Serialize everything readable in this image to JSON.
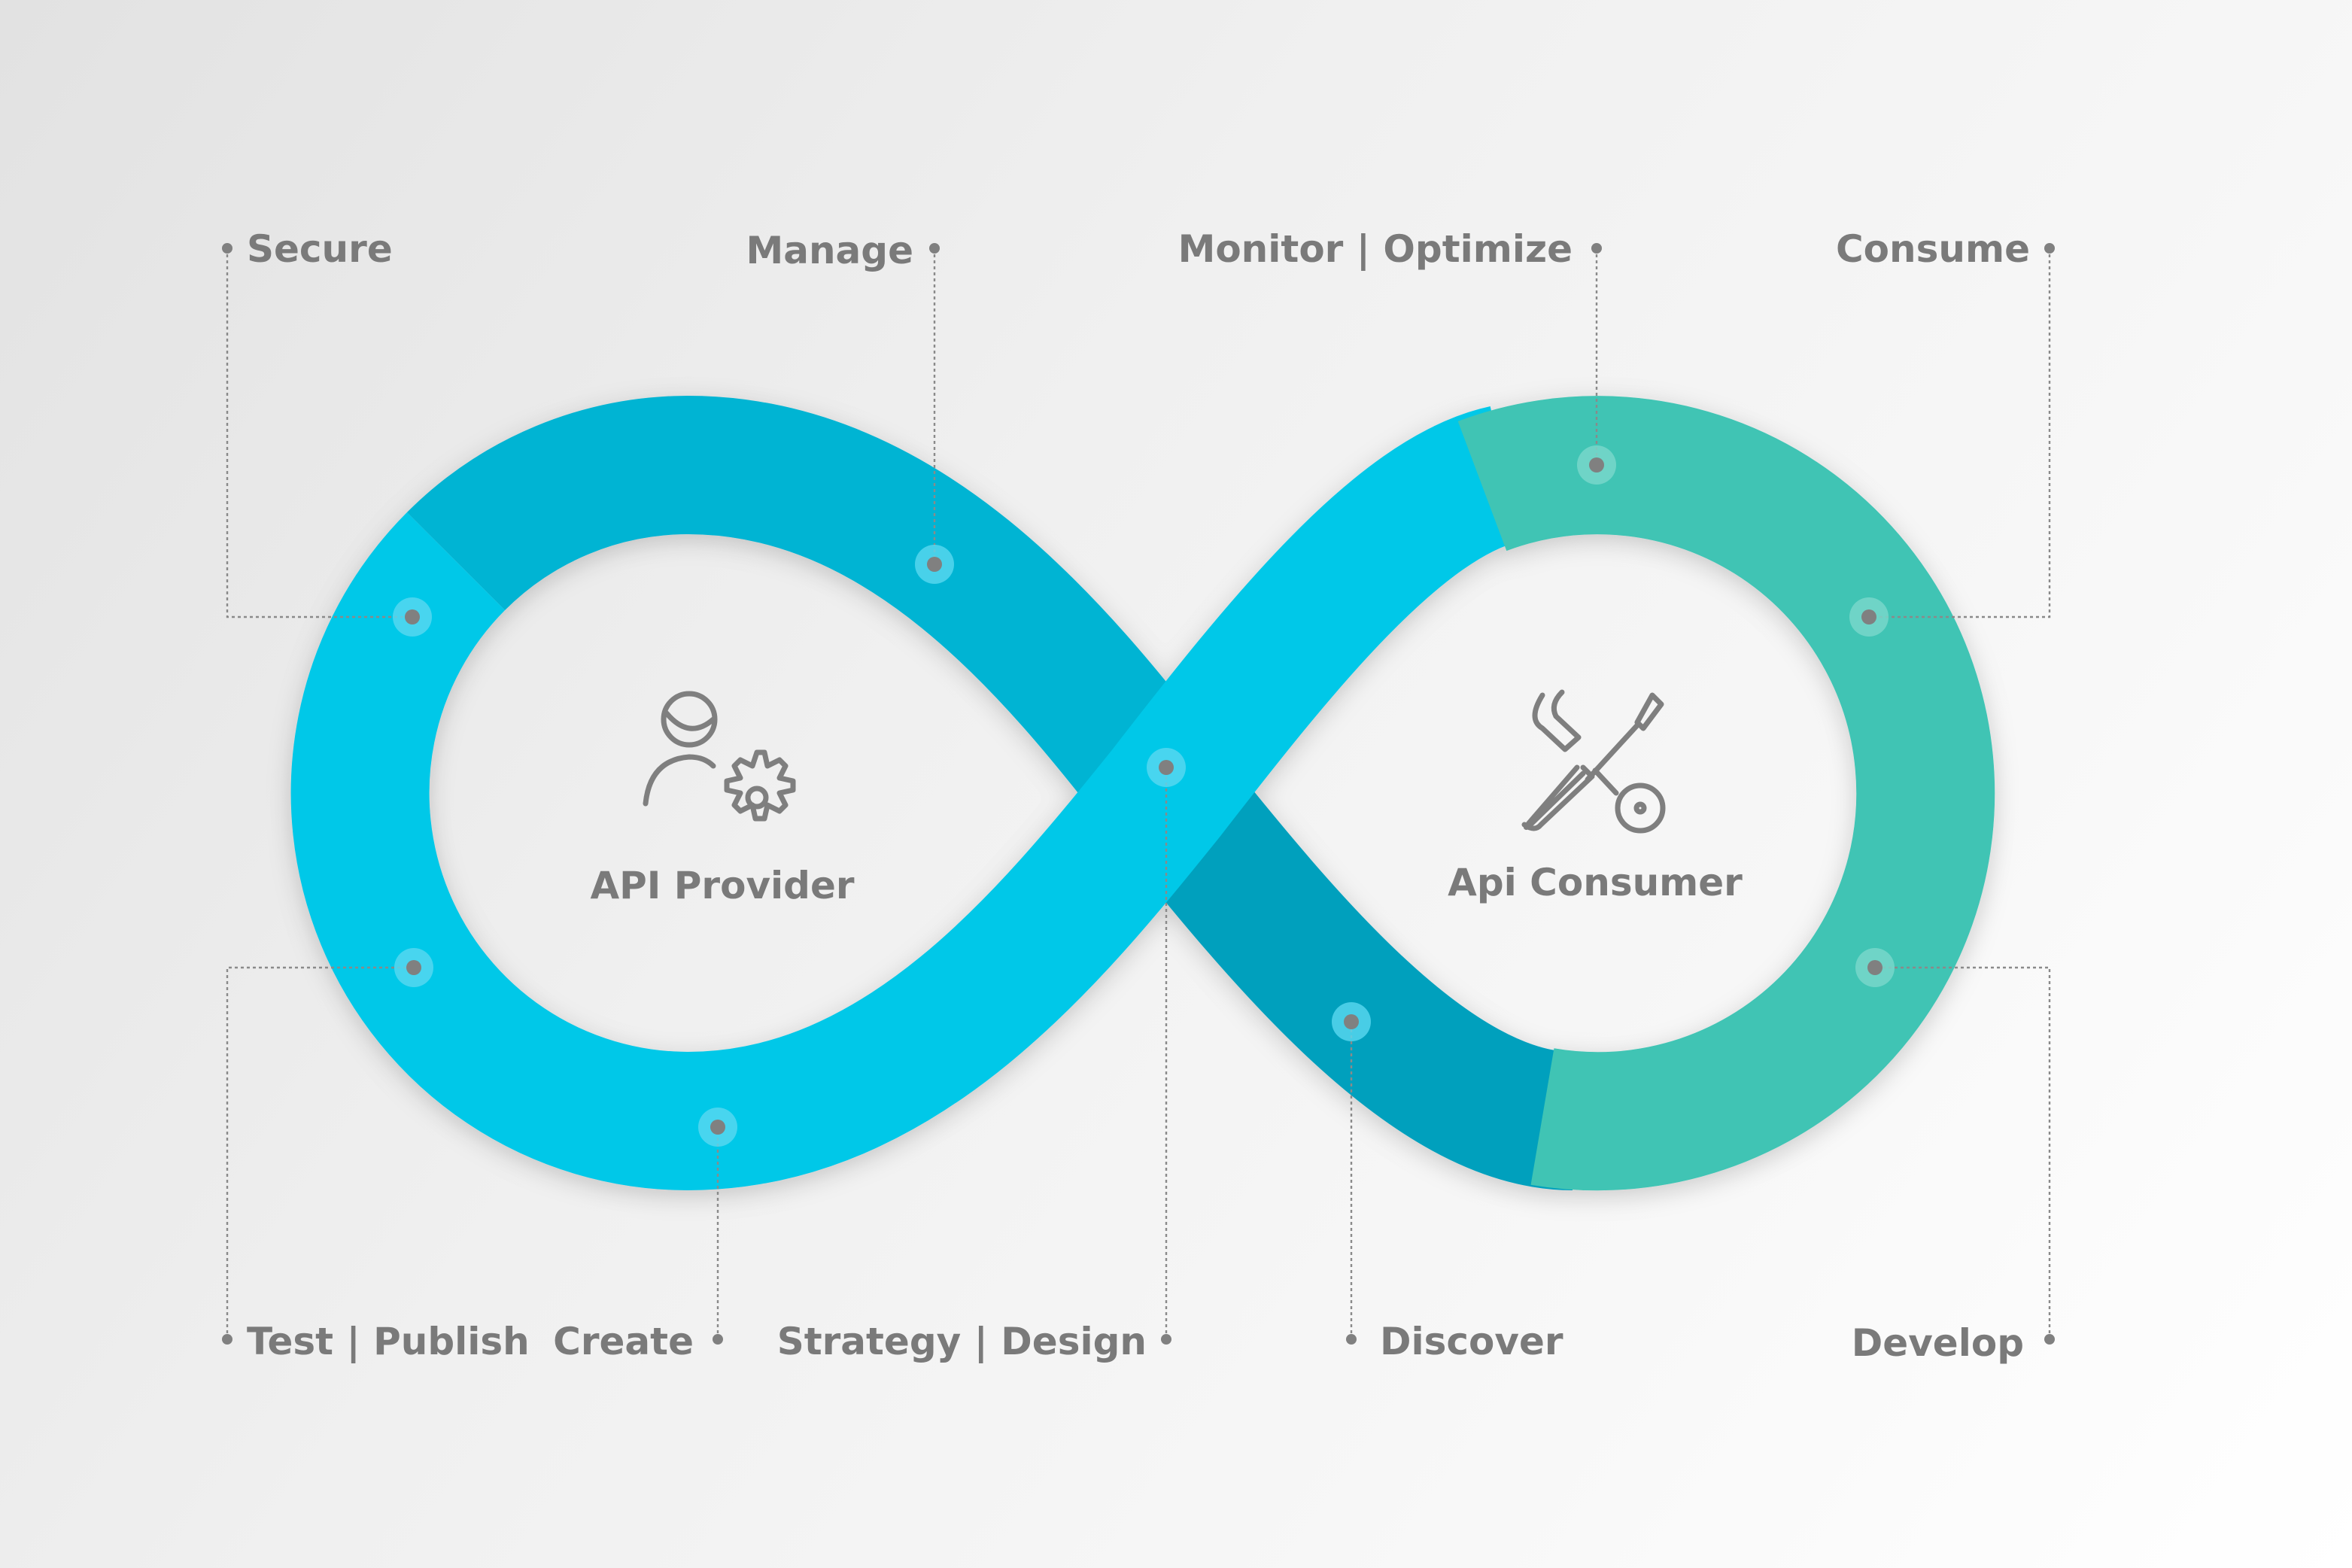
{
  "colors": {
    "bright_cyan": "#00c8e8",
    "dark_cyan": "#00b4d3",
    "deep_cyan": "#00a0bd",
    "teal": "#40c4b4",
    "text": "#7a7a7a"
  },
  "center": {
    "provider": "API Provider",
    "consumer": "Api Consumer"
  },
  "icons": {
    "provider": "user-gear-icon",
    "consumer": "wrench-screwdriver-icon"
  },
  "stages": {
    "secure": "Secure",
    "manage": "Manage",
    "monitor": "Monitor | Optimize",
    "consume": "Consume",
    "test": "Test | Publish",
    "create": "Create",
    "strategy": "Strategy | Design",
    "discover": "Discover",
    "develop": "Develop"
  }
}
